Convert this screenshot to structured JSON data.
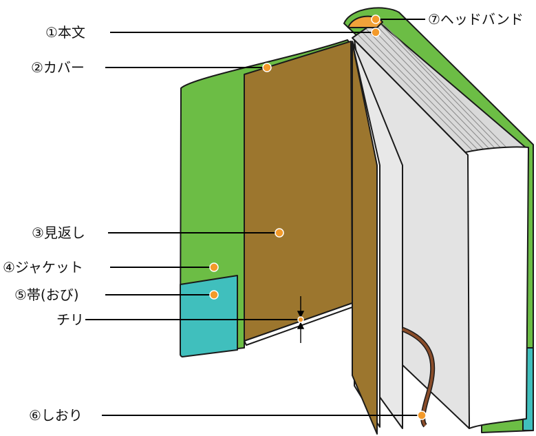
{
  "labels": {
    "text_block": "①本文",
    "cover": "②カバー",
    "endpaper": "③見返し",
    "jacket": "④ジャケット",
    "band": "⑤帯(おび)",
    "chiri": "チリ",
    "bookmark": "⑥しおり",
    "headband": "⑦ヘッドバンド"
  },
  "colors": {
    "cover_green": "#6cbd45",
    "band_teal": "#40bfbd",
    "endpaper_brown": "#9c762e",
    "page_gray": "#e3e3e3",
    "page_white": "#ffffff",
    "headband_orange": "#f0a23a",
    "bookmark_brown": "#8a4d2a",
    "marker_orange": "#f39a2a",
    "outline": "#1a1a1a"
  }
}
